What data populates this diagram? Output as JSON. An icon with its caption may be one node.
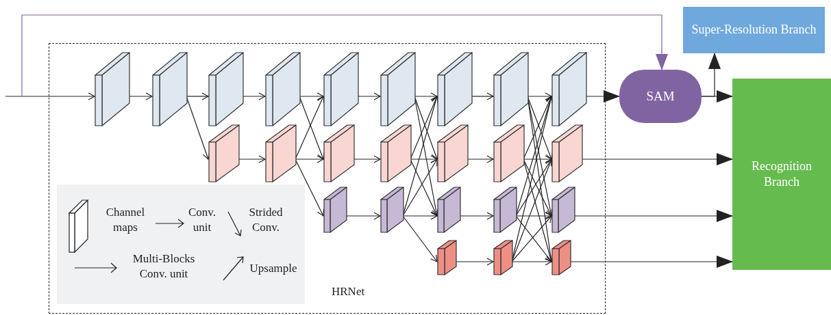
{
  "diagram": {
    "nodes": [
      {
        "text": [
          "HRNet"
        ]
      },
      {
        "text": [],
        "shape": "box",
        "in": 0
      },
      {
        "text": [],
        "shape": "box",
        "in": 0
      },
      {
        "text": [],
        "shape": "box",
        "in": 0
      },
      {
        "text": [],
        "shape": "box",
        "in": 0
      },
      {
        "text": [],
        "shape": "box",
        "in": 0
      },
      {
        "text": [],
        "shape": "box",
        "in": 0
      },
      {
        "text": [],
        "shape": "box",
        "in": 0
      },
      {
        "text": [],
        "shape": "box",
        "in": 0
      },
      {
        "text": [],
        "shape": "box",
        "in": 0
      },
      {
        "text": [],
        "shape": "box",
        "in": 0
      },
      {
        "text": [],
        "shape": "box",
        "in": 0
      },
      {
        "text": [],
        "shape": "box",
        "in": 0
      },
      {
        "text": [],
        "shape": "box",
        "in": 0
      },
      {
        "text": [],
        "shape": "box",
        "in": 0
      },
      {
        "text": [],
        "shape": "box",
        "in": 0
      },
      {
        "text": [],
        "shape": "box",
        "in": 0
      },
      {
        "text": [],
        "shape": "box",
        "in": 0
      },
      {
        "text": [],
        "shape": "box",
        "in": 0
      },
      {
        "text": [],
        "shape": "box",
        "in": 0
      },
      {
        "text": [],
        "shape": "box",
        "in": 0
      },
      {
        "text": [],
        "shape": "box",
        "in": 0
      },
      {
        "text": [],
        "shape": "box",
        "in": 0
      },
      {
        "text": [],
        "shape": "box",
        "in": 0
      },
      {
        "text": [],
        "shape": "box",
        "in": 0
      },
      {
        "text": [
          "SAM"
        ]
      },
      {
        "text": [
          "Super-Resolution Branch"
        ]
      },
      {
        "text": [
          "Recognition Branch"
        ]
      }
    ],
    "edges": [
      {
        "from": null,
        "to": 1,
        "arrow": "to"
      },
      {
        "from": null,
        "to": 25,
        "arrow": "to",
        "color": "#8064a2"
      },
      {
        "from": 1,
        "to": 2,
        "arrow": "to"
      },
      {
        "from": 2,
        "to": 3,
        "arrow": "to"
      },
      {
        "from": 2,
        "to": 4,
        "arrow": "to"
      },
      {
        "from": 3,
        "to": 5,
        "arrow": "to"
      },
      {
        "from": 4,
        "to": 6,
        "arrow": "to"
      },
      {
        "from": 5,
        "to": 7,
        "arrow": "to"
      },
      {
        "from": 5,
        "to": 8,
        "arrow": "to"
      },
      {
        "from": 6,
        "to": 7,
        "arrow": "to"
      },
      {
        "from": 6,
        "to": 8,
        "arrow": "to"
      },
      {
        "from": 6,
        "to": 9,
        "arrow": "to"
      },
      {
        "from": 7,
        "to": 10,
        "arrow": "to"
      },
      {
        "from": 8,
        "to": 11,
        "arrow": "to"
      },
      {
        "from": 9,
        "to": 12,
        "arrow": "to"
      },
      {
        "from": 10,
        "to": 13,
        "arrow": "to"
      },
      {
        "from": 10,
        "to": 14,
        "arrow": "to"
      },
      {
        "from": 10,
        "to": 15,
        "arrow": "to"
      },
      {
        "from": 11,
        "to": 13,
        "arrow": "to"
      },
      {
        "from": 11,
        "to": 14,
        "arrow": "to"
      },
      {
        "from": 11,
        "to": 15,
        "arrow": "to"
      },
      {
        "from": 12,
        "to": 13,
        "arrow": "to"
      },
      {
        "from": 12,
        "to": 14,
        "arrow": "to"
      },
      {
        "from": 12,
        "to": 15,
        "arrow": "to"
      },
      {
        "from": 12,
        "to": 16,
        "arrow": "to"
      },
      {
        "from": 13,
        "to": 17,
        "arrow": "to"
      },
      {
        "from": 14,
        "to": 18,
        "arrow": "to"
      },
      {
        "from": 15,
        "to": 19,
        "arrow": "to"
      },
      {
        "from": 16,
        "to": 20,
        "arrow": "to"
      },
      {
        "from": 17,
        "to": 21,
        "arrow": "to"
      },
      {
        "from": 17,
        "to": 22,
        "arrow": "to"
      },
      {
        "from": 17,
        "to": 23,
        "arrow": "to"
      },
      {
        "from": 17,
        "to": 24,
        "arrow": "to"
      },
      {
        "from": 18,
        "to": 21,
        "arrow": "to"
      },
      {
        "from": 18,
        "to": 22,
        "arrow": "to"
      },
      {
        "from": 18,
        "to": 23,
        "arrow": "to"
      },
      {
        "from": 18,
        "to": 24,
        "arrow": "to"
      },
      {
        "from": 19,
        "to": 21,
        "arrow": "to"
      },
      {
        "from": 19,
        "to": 22,
        "arrow": "to"
      },
      {
        "from": 19,
        "to": 23,
        "arrow": "to"
      },
      {
        "from": 19,
        "to": 24,
        "arrow": "to"
      },
      {
        "from": 20,
        "to": 21,
        "arrow": "to"
      },
      {
        "from": 20,
        "to": 22,
        "arrow": "to"
      },
      {
        "from": 20,
        "to": 23,
        "arrow": "to"
      },
      {
        "from": 20,
        "to": 24,
        "arrow": "to"
      },
      {
        "from": 21,
        "to": 25,
        "arrow": "to"
      },
      {
        "from": 22,
        "to": 27,
        "arrow": "to"
      },
      {
        "from": 23,
        "to": 27,
        "arrow": "to"
      },
      {
        "from": 24,
        "to": 27,
        "arrow": "to"
      },
      {
        "from": 25,
        "to": 27,
        "arrow": "to"
      },
      {
        "from": 25,
        "to": 26,
        "arrow": "to"
      }
    ],
    "legend": [
      {
        "text": "Channel maps"
      },
      {
        "text": "Conv. unit"
      },
      {
        "text": "Strided Conv."
      },
      {
        "text": "Multi-Blocks Conv. unit"
      },
      {
        "text": "Upsample"
      }
    ]
  }
}
